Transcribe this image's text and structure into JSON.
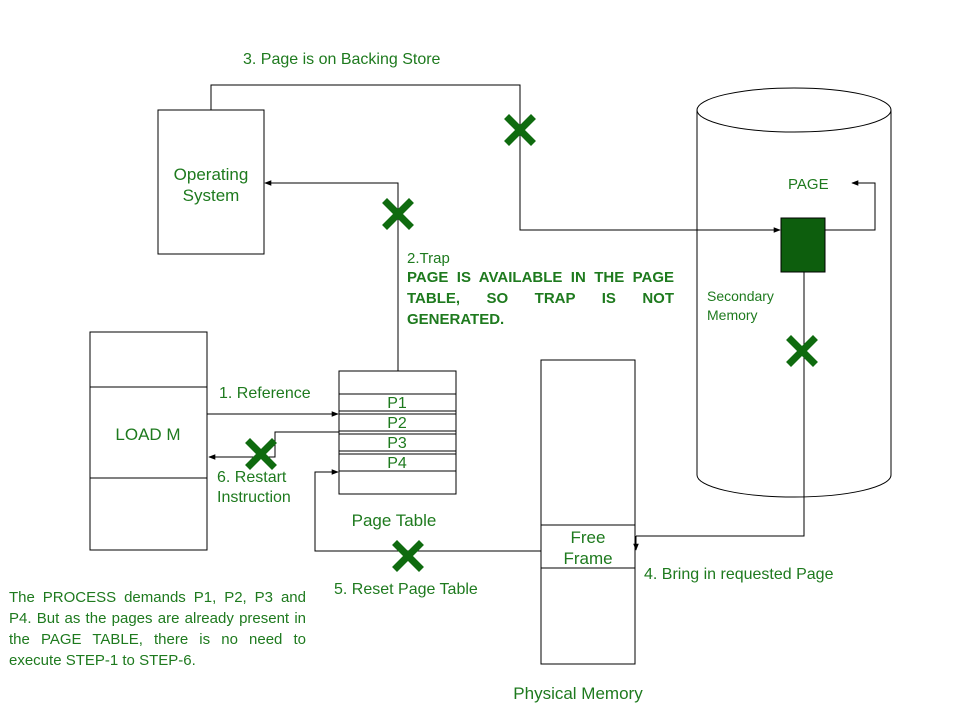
{
  "labels": {
    "step3": "3. Page is on Backing Store",
    "os_line1": "Operating",
    "os_line2": "System",
    "trap": "2.Trap",
    "page": "PAGE",
    "secondary_line1": "Secondary",
    "secondary_line2": "Memory",
    "reference": "1. Reference",
    "load": "LOAD M",
    "restart_line1": "6. Restart",
    "restart_line2": "Instruction",
    "pages": [
      "P1",
      "P2",
      "P3",
      "P4"
    ],
    "page_table": "Page Table",
    "free_line1": "Free",
    "free_line2": "Frame",
    "bring": "4. Bring in requested Page",
    "reset": "5. Reset Page Table",
    "physical": "Physical Memory"
  },
  "notes": {
    "trap_note": "PAGE IS AVAILABLE IN THE PAGE TABLE, SO TRAP IS NOT GENERATED.",
    "process_note": "The PROCESS demands P1, P2, P3 and P4. But as the pages are already present in the PAGE TABLE, there is no need to execute STEP-1 to STEP-6."
  },
  "colors": {
    "label_green": "#1e7a1e",
    "cross_green": "#0f6b0f",
    "page_block": "#0d5e0d"
  }
}
